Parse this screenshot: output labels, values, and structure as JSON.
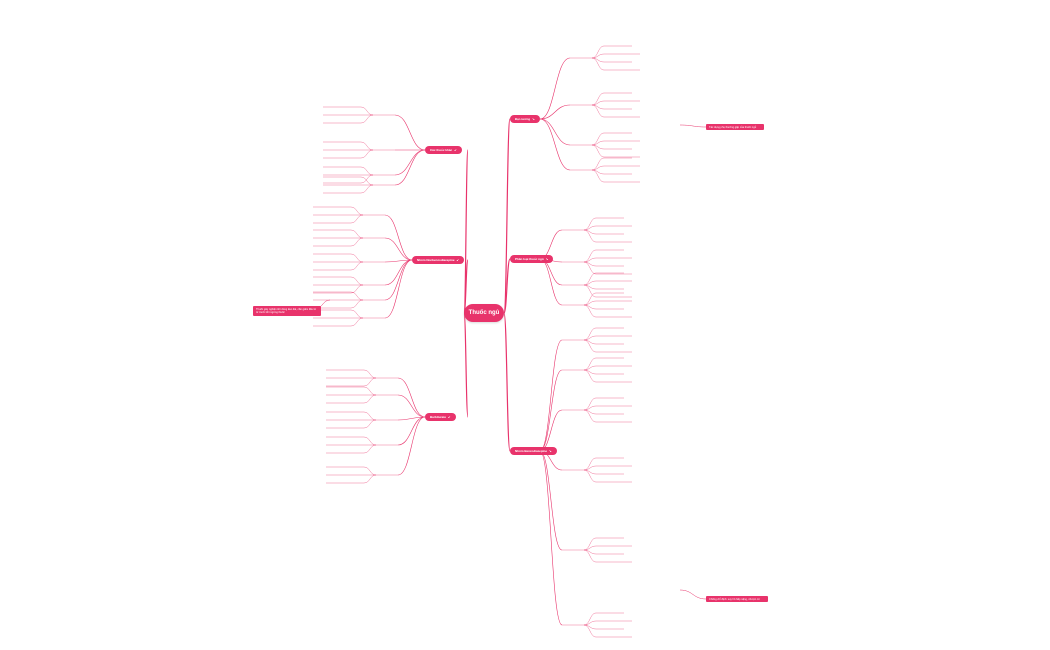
{
  "central": {
    "label": "Thuốc ngủ"
  },
  "topics": {
    "dai_cuong": "Đại cương",
    "phan_loai": "Phân loại thuốc ngủ",
    "benzodiazepine": "Nhóm Benzodiazepine",
    "barbiturate": "Barbiturate",
    "cac_thuoc_khac": "Các thuốc khác",
    "non_benzo": "Nhóm Nonbenzodiazepine"
  },
  "callouts": {
    "right_top": "Tác dụng phụ thường gặp của thuốc ngủ",
    "right_bottom": "Chống chỉ định: suy hô hấp nặng, nhược cơ",
    "left": "Thuốc gây nghiện khi dùng kéo dài, cần giảm liều từ từ trước khi ngừng thuốc"
  },
  "leaf_text": "ghi chú"
}
